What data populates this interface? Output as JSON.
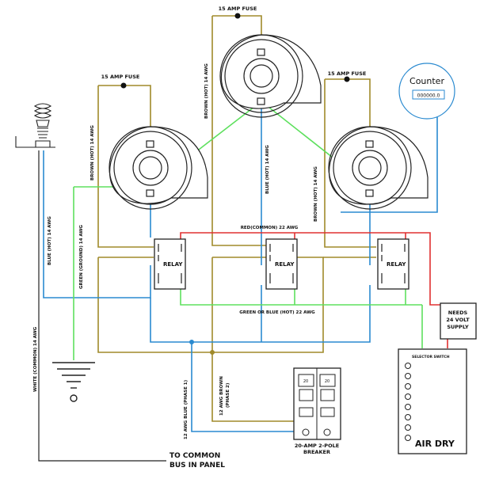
{
  "labels": {
    "fuse_top": "15 AMP FUSE",
    "fuse_left": "15 AMP FUSE",
    "fuse_right": "15 AMP FUSE",
    "counter_title": "Counter",
    "counter_value": "000000.0",
    "brown_left": "BROWN (HOT) 14 AWG",
    "brown_center": "BROWN (HOT) 14 AWG",
    "blue_center": "BLUE (HOT) 14 AWG",
    "brown_right": "BROWN (HOT) 14 AWG",
    "blue_left": "BLUE (HOT) 14 AWG",
    "green_ground": "GREEN (GROUND) 14 AWG",
    "white_common": "WHITE (COMMON) 14 AWG",
    "red_common": "RED(COMMON)  22 AWG",
    "green_or_blue": "GREEN OR BLUE (HOT) 22 AWG",
    "relay": "RELAY",
    "needs_24v": [
      "NEEDS",
      "24 VOLT",
      "SUPPLY"
    ],
    "selector_switch": "SELECTOR SWITCH",
    "air_dry": "AIR DRY",
    "blue_phase1": [
      "12 AWG BLUE (PHASE 1)"
    ],
    "brown_phase2": [
      "12 AWG BROWN",
      "(PHASE 2)"
    ],
    "breaker_caption": [
      "20-AMP 2-POLE",
      "BREAKER"
    ],
    "breaker_marks": [
      "20",
      "20"
    ],
    "common_bus": [
      "TO COMMON",
      "BUS IN PANEL"
    ]
  },
  "colors": {
    "brown_wire": "#a08a2a",
    "blue_wire": "#2a8ad0",
    "green_wire": "#5ee05e",
    "red_wire": "#e03030",
    "black_line": "#222222"
  }
}
